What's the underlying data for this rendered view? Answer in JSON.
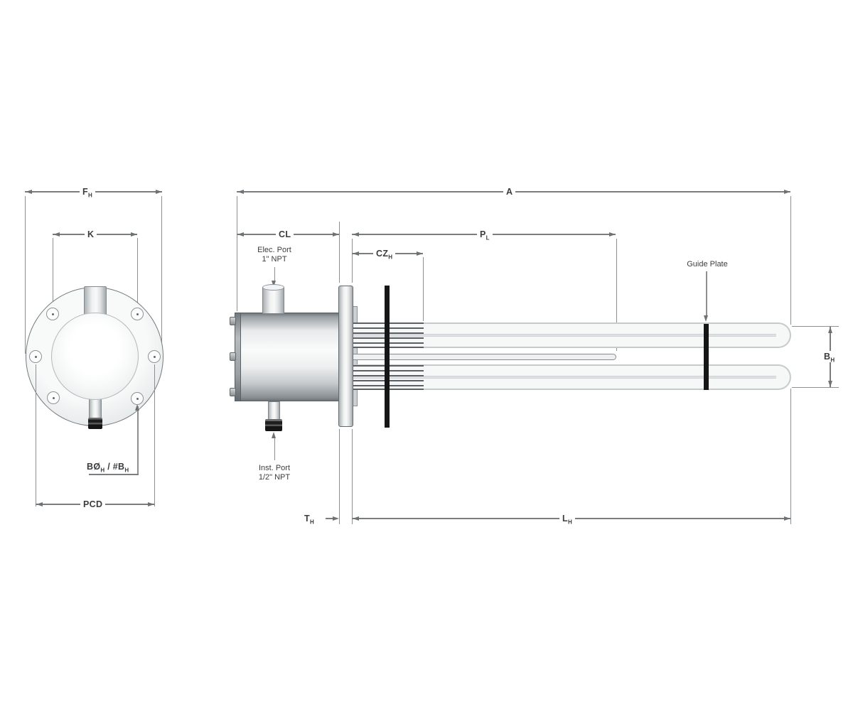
{
  "diagram": {
    "type": "technical-drawing",
    "subject": "flanged immersion heater - front flange view and side assembly view",
    "colors": {
      "background": "#ffffff",
      "dimension_line": "#7a7d80",
      "text": "#3a3c3e",
      "guide_plate": "#161616",
      "metal_light": "#f6f7f7",
      "metal_outline": "#5f6468"
    },
    "front_view": {
      "dims": {
        "flange_od": {
          "main": "F",
          "sub": "H"
        },
        "bolt_span": {
          "main": "K",
          "sub": ""
        },
        "bolt_hole": {
          "part1_main": "BØ",
          "part1_sub": "H",
          "separator": " / ",
          "part2_main": "#B",
          "part2_sub": "H"
        },
        "pcd": {
          "main": "PCD",
          "sub": ""
        }
      }
    },
    "side_view": {
      "dims": {
        "overall_length": {
          "main": "A",
          "sub": ""
        },
        "enclosure_length": {
          "main": "CL",
          "sub": ""
        },
        "probe_length": {
          "main": "P",
          "sub": "L"
        },
        "cold_zone": {
          "main": "CZ",
          "sub": "H"
        },
        "flange_thickness": {
          "main": "T",
          "sub": "H"
        },
        "immersion_length": {
          "main": "L",
          "sub": "H"
        },
        "element_spread": {
          "main": "B",
          "sub": "H"
        }
      },
      "labels": {
        "elec_port": {
          "line1": "Elec. Port",
          "line2": "1\" NPT"
        },
        "inst_port": {
          "line1": "Inst. Port",
          "line2": "1/2\" NPT"
        },
        "guide_plate": "Guide Plate"
      }
    }
  }
}
